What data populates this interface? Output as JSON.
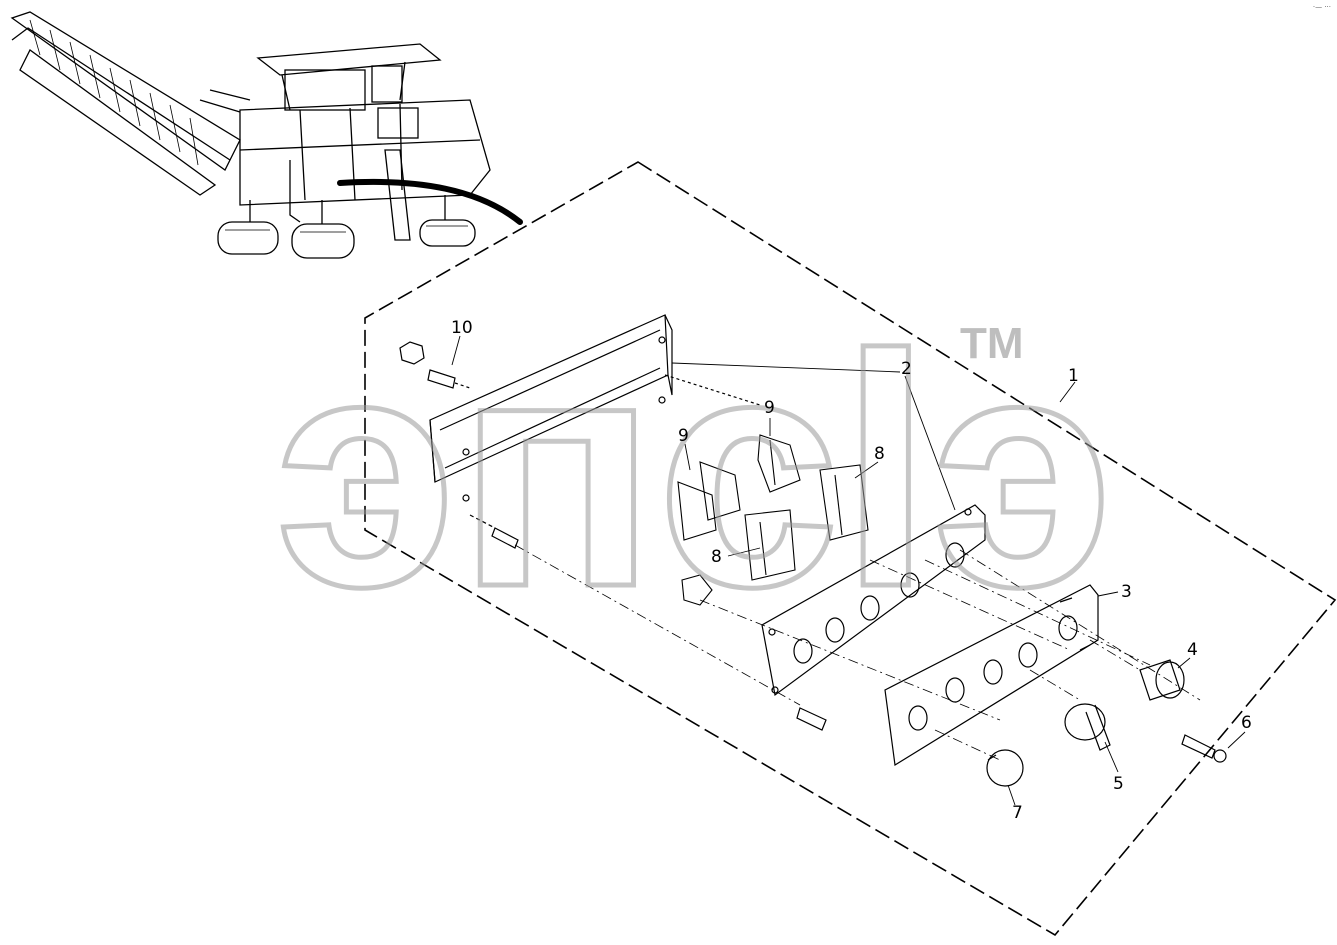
{
  "diagram": {
    "callouts": [
      "1",
      "2",
      "3",
      "4",
      "5",
      "6",
      "7",
      "8",
      "8",
      "9",
      "9",
      "10"
    ]
  },
  "watermark": {
    "text": "эпсlэ",
    "trademark": "TM"
  },
  "corner_mark": "·— ···",
  "colors": {
    "line": "#000000",
    "watermark_stroke": "#9a9a9a",
    "background": "#ffffff"
  }
}
